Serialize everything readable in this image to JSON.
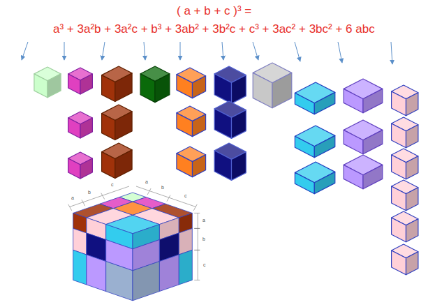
{
  "diagram": {
    "title": "( a + b + c )³ =",
    "labels": [
      "a³ + 3a²b + 3a²c + b³ + 3ab² + 3b²c + c³ + 3ac² + 3bc² + 6 abc",
      "a",
      "b",
      "c",
      "a",
      "b",
      "c",
      "a",
      "b",
      "c"
    ]
  }
}
